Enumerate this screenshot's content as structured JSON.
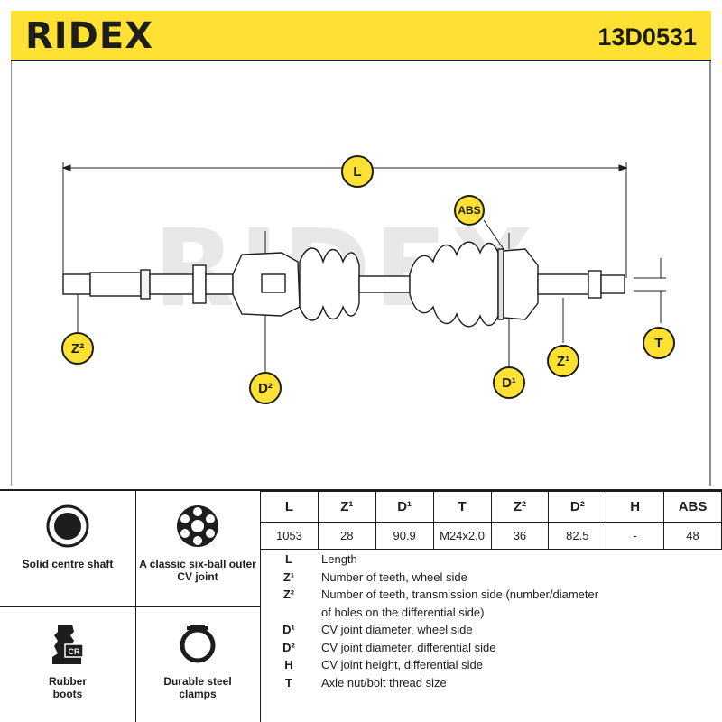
{
  "header": {
    "brand": "RIDEX",
    "part_number": "13D0531"
  },
  "drawing": {
    "watermark": "RIDEX",
    "labels": {
      "L": "L",
      "ABS": "ABS",
      "T": "T",
      "Z1": "Z¹",
      "Z2": "Z²",
      "D1": "D¹",
      "D2": "D²"
    }
  },
  "features": [
    {
      "icon": "solid-shaft-icon",
      "label": "Solid centre shaft"
    },
    {
      "icon": "six-ball-joint-icon",
      "label": "A classic six-ball outer CV joint"
    },
    {
      "icon": "rubber-boot-icon",
      "label": "Rubber boots",
      "icon_text": "CR"
    },
    {
      "icon": "steel-clamp-icon",
      "label": "Durable steel clamps"
    }
  ],
  "spec_table": {
    "headers": [
      "L",
      "Z¹",
      "D¹",
      "T",
      "Z²",
      "D²",
      "H",
      "ABS"
    ],
    "values": [
      "1053",
      "28",
      "90.9",
      "M24x2.0",
      "36",
      "82.5",
      "-",
      "48"
    ]
  },
  "legend": [
    {
      "key": "L",
      "text": "Length"
    },
    {
      "key": "Z¹",
      "text": "Number of teeth, wheel side"
    },
    {
      "key": "Z²",
      "text": "Number of teeth, transmission side (number/diameter"
    },
    {
      "key": "",
      "text": "of holes on the differential side)"
    },
    {
      "key": "D¹",
      "text": "CV joint diameter, wheel side"
    },
    {
      "key": "D²",
      "text": "CV joint diameter, differential side"
    },
    {
      "key": "H",
      "text": "CV joint height, differential side"
    },
    {
      "key": "T",
      "text": "Axle nut/bolt thread size"
    }
  ],
  "colors": {
    "accent": "#ffe134",
    "ink": "#1d1d1b",
    "watermark": "#e6e6e6"
  }
}
